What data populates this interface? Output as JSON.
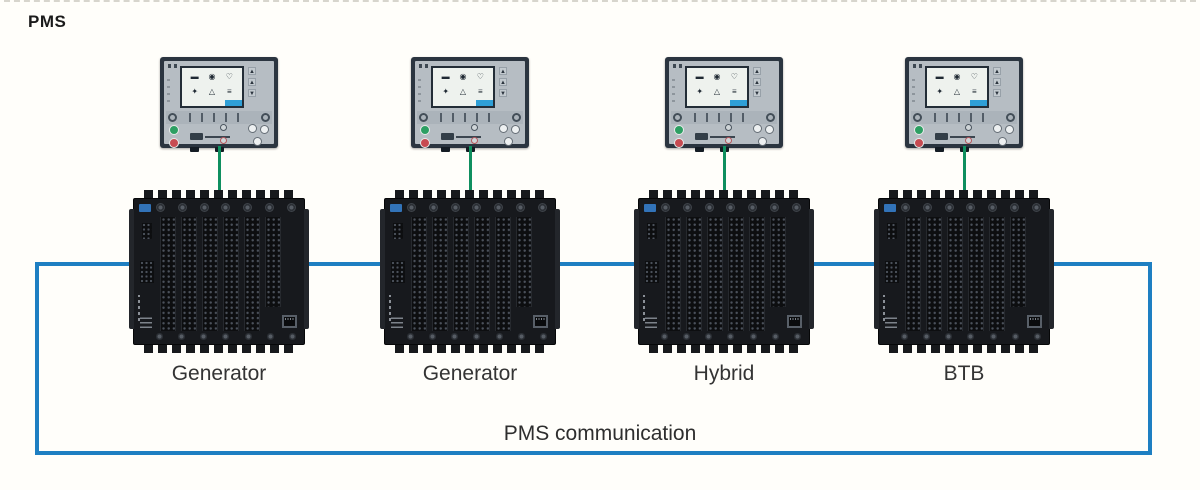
{
  "title": "PMS",
  "bus": {
    "label": "PMS communication",
    "color": "#1e7fc2"
  },
  "link": {
    "color": "#0f8f5f"
  },
  "colors": {
    "bus_blue": "#1e7fc2",
    "cable_green": "#0f8f5f",
    "start_button_green": "#2d9f63",
    "stop_button_red": "#c74b52",
    "badge_blue": "#3273b8",
    "screen_highlight_blue": "#2f9fd6"
  },
  "units": [
    {
      "id": "generator-1",
      "label": "Generator"
    },
    {
      "id": "generator-2",
      "label": "Generator"
    },
    {
      "id": "hybrid",
      "label": "Hybrid"
    },
    {
      "id": "btb",
      "label": "BTB"
    }
  ],
  "display": {
    "screen_icons": [
      {
        "name": "engine-icon",
        "glyph": "▬"
      },
      {
        "name": "generator-icon",
        "glyph": "◉"
      },
      {
        "name": "lamp-icon",
        "glyph": "♡"
      },
      {
        "name": "busbar-icon",
        "glyph": "✦"
      },
      {
        "name": "alarm-icon",
        "glyph": "△"
      },
      {
        "name": "menu-icon",
        "glyph": "≡"
      }
    ],
    "nav_keys": [
      {
        "name": "up-arrow-key",
        "glyph": "▲"
      },
      {
        "name": "up-arrow-key",
        "glyph": "▲"
      },
      {
        "name": "down-arrow-key",
        "glyph": "▼"
      }
    ]
  }
}
